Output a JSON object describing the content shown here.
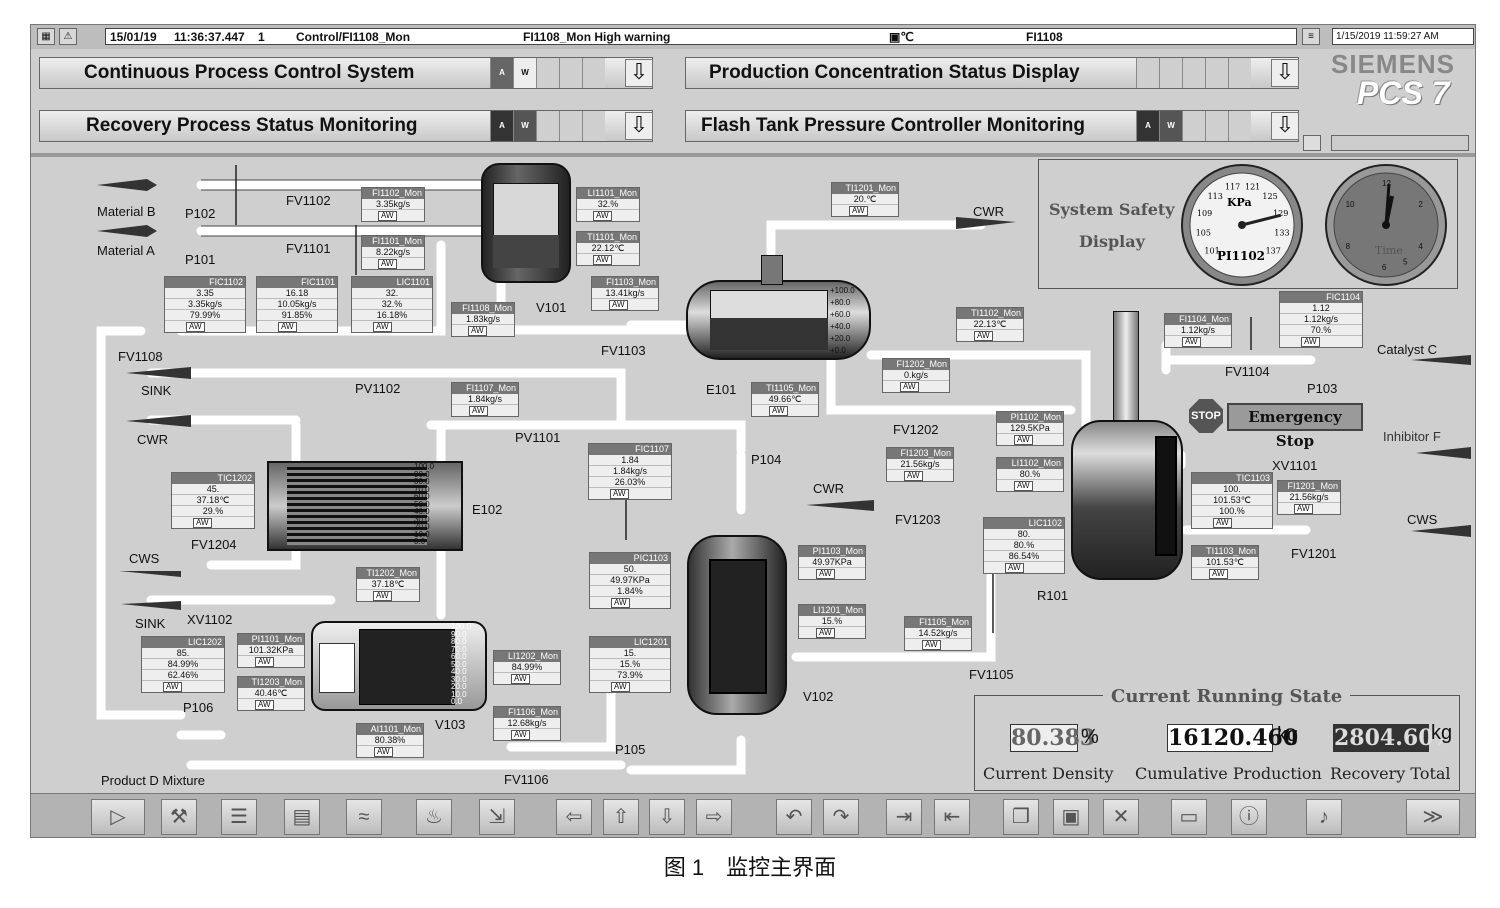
{
  "topbar": {
    "date": "15/01/19",
    "time": "11:36:37.447",
    "seq": "1",
    "source": "Control/FI1108_Mon",
    "message": "FI1108_Mon High warning",
    "unit": "℃",
    "tag": "FI1108",
    "datetime": "1/15/2019 11:59:27 AM"
  },
  "areas": {
    "a1": "Continuous Process Control System",
    "a2": "Production Concentration Status Display",
    "a3": "Recovery Process Status Monitoring",
    "a4": "Flash Tank Pressure Controller Monitoring",
    "mini_a": "A",
    "mini_w": "W"
  },
  "logo": {
    "brand": "SIEMENS",
    "product": "PCS 7"
  },
  "labels": {
    "material_b": "Material B",
    "material_a": "Material A",
    "p102": "P102",
    "p101": "P101",
    "fv1102": "FV1102",
    "fv1101": "FV1101",
    "fv1108": "FV1108",
    "sink1": "SINK",
    "pv1102": "PV1102",
    "cwr1": "CWR",
    "v101": "V101",
    "fv1103": "FV1103",
    "cwr2": "CWR",
    "e101": "E101",
    "pv1101": "PV1101",
    "p104": "P104",
    "e102": "E102",
    "fv1204": "FV1204",
    "cws1": "CWS",
    "xv1102": "XV1102",
    "sink2": "SINK",
    "v103": "V103",
    "p106": "P106",
    "p105": "P105",
    "fv1106": "FV1106",
    "product_d": "Product D Mixture",
    "v102": "V102",
    "cwr3": "CWR",
    "fv1202": "FV1202",
    "fv1203": "FV1203",
    "fv1105": "FV1105",
    "r101": "R101",
    "catalyst_c": "Catalyst  C",
    "fv1104": "FV1104",
    "p103": "P103",
    "inhibitor_f": "Inhibitor  F",
    "xv1101": "XV1101",
    "cws2": "CWS",
    "fv1201": "FV1201",
    "stop": "STOP",
    "emergency_stop": "Emergency Stop"
  },
  "faceplates": [
    {
      "tag": "FI1102_Mon",
      "rows": [
        "3.35kg/s"
      ]
    },
    {
      "tag": "FI1101_Mon",
      "rows": [
        "8.22kg/s"
      ]
    },
    {
      "tag": "LI1101_Mon",
      "rows": [
        "32.%"
      ]
    },
    {
      "tag": "TI1101_Mon",
      "rows": [
        "22.12℃"
      ]
    },
    {
      "tag": "FIC1102",
      "rows": [
        "3.35",
        "3.35kg/s",
        "79.99%"
      ]
    },
    {
      "tag": "FIC1101",
      "rows": [
        "16.18",
        "10.05kg/s",
        "91.85%"
      ]
    },
    {
      "tag": "LIC1101",
      "rows": [
        "32.",
        "32.%",
        "16.18%"
      ]
    },
    {
      "tag": "FI1103_Mon",
      "rows": [
        "13.41kg/s"
      ]
    },
    {
      "tag": "FI1108_Mon",
      "rows": [
        "1.83kg/s"
      ]
    },
    {
      "tag": "TI1201_Mon",
      "rows": [
        "20.℃"
      ]
    },
    {
      "tag": "TI1102_Mon",
      "rows": [
        "22.13℃"
      ]
    },
    {
      "tag": "FI1104_Mon",
      "rows": [
        "1.12kg/s"
      ]
    },
    {
      "tag": "FIC1104",
      "rows": [
        "1.12",
        "1.12kg/s",
        "70.%"
      ]
    },
    {
      "tag": "FI1107_Mon",
      "rows": [
        "1.84kg/s"
      ]
    },
    {
      "tag": "TI1105_Mon",
      "rows": [
        "49.66℃"
      ]
    },
    {
      "tag": "FI1202_Mon",
      "rows": [
        "0.kg/s"
      ]
    },
    {
      "tag": "PI1102_Mon",
      "rows": [
        "129.5KPa"
      ]
    },
    {
      "tag": "FI1203_Mon",
      "rows": [
        "21.56kg/s"
      ]
    },
    {
      "tag": "LI1102_Mon",
      "rows": [
        "80.%"
      ]
    },
    {
      "tag": "TIC1103",
      "rows": [
        "100.",
        "101.53℃",
        "100.%"
      ]
    },
    {
      "tag": "FI1201_Mon",
      "rows": [
        "21.56kg/s"
      ]
    },
    {
      "tag": "FIC1107",
      "rows": [
        "1.84",
        "1.84kg/s",
        "26.03%"
      ]
    },
    {
      "tag": "TIC1202",
      "rows": [
        "45.",
        "37.18℃",
        "29.%"
      ]
    },
    {
      "tag": "LIC1102",
      "rows": [
        "80.",
        "80.%",
        "86.54%"
      ]
    },
    {
      "tag": "TI1103_Mon",
      "rows": [
        "101.53℃"
      ]
    },
    {
      "tag": "PI1103_Mon",
      "rows": [
        "49.97KPa"
      ]
    },
    {
      "tag": "TI1202_Mon",
      "rows": [
        "37.18℃"
      ]
    },
    {
      "tag": "PIC1103",
      "rows": [
        "50.",
        "49.97KPa",
        "1.84%"
      ]
    },
    {
      "tag": "LI1201_Mon",
      "rows": [
        "15.%"
      ]
    },
    {
      "tag": "FI1105_Mon",
      "rows": [
        "14.52kg/s"
      ]
    },
    {
      "tag": "PI1101_Mon",
      "rows": [
        "101.32KPa"
      ]
    },
    {
      "tag": "LIC1202",
      "rows": [
        "85.",
        "84.99%",
        "62.46%"
      ]
    },
    {
      "tag": "LI1202_Mon",
      "rows": [
        "84.99%"
      ]
    },
    {
      "tag": "LIC1201",
      "rows": [
        "15.",
        "15.%",
        "73.9%"
      ]
    },
    {
      "tag": "TI1203_Mon",
      "rows": [
        "40.46℃"
      ]
    },
    {
      "tag": "AI1101_Mon",
      "rows": [
        "80.38%"
      ]
    },
    {
      "tag": "FI1106_Mon",
      "rows": [
        "12.68kg/s"
      ]
    }
  ],
  "scale_ticks": [
    "+100.0",
    "+80.0",
    "+60.0",
    "+40.0",
    "+20.0",
    "+0.0"
  ],
  "scale_ticks_long": [
    "100.0",
    "90.0",
    "80.0",
    "70.0",
    "60.0",
    "50.0",
    "40.0",
    "30.0",
    "20.0",
    "10.0",
    "0.0"
  ],
  "safety": {
    "title_line1": "System  Safety",
    "title_line2": "Display",
    "gauge1_unit": "KPa",
    "gauge1_tag": "PI1102",
    "gauge1_ticks": [
      "101",
      "105",
      "109",
      "113",
      "117",
      "121",
      "125",
      "129",
      "133",
      "137"
    ],
    "gauge1_value": 129.5,
    "gauge2_label": "Time",
    "gauge2_ticks": [
      "12",
      "2",
      "4",
      "5",
      "6",
      "8",
      "10"
    ]
  },
  "running": {
    "title": "Current  Running  State",
    "density_value": "80.383",
    "density_unit": "%",
    "density_label": "Current  Density",
    "production_value": "16120.460",
    "production_unit": "kg",
    "production_label": "Cumulative  Production",
    "recovery_value": "2804.607",
    "recovery_unit": "kg",
    "recovery_label": "Recovery  Total"
  },
  "toolbar": [
    "play-icon",
    "tools-icon",
    "list-icon",
    "report-icon",
    "trend-icon",
    "thermometer-icon",
    "export-icon",
    "arrow-left-icon",
    "arrow-up-icon",
    "arrow-down-icon",
    "arrow-right-icon",
    "undo-icon",
    "redo-icon",
    "login-icon",
    "logout-icon",
    "windows-icon",
    "save-icon",
    "delete-icon",
    "monitor-icon",
    "info-icon",
    "speaker-icon",
    "siemens-icon"
  ],
  "caption": "图 1　监控主界面"
}
